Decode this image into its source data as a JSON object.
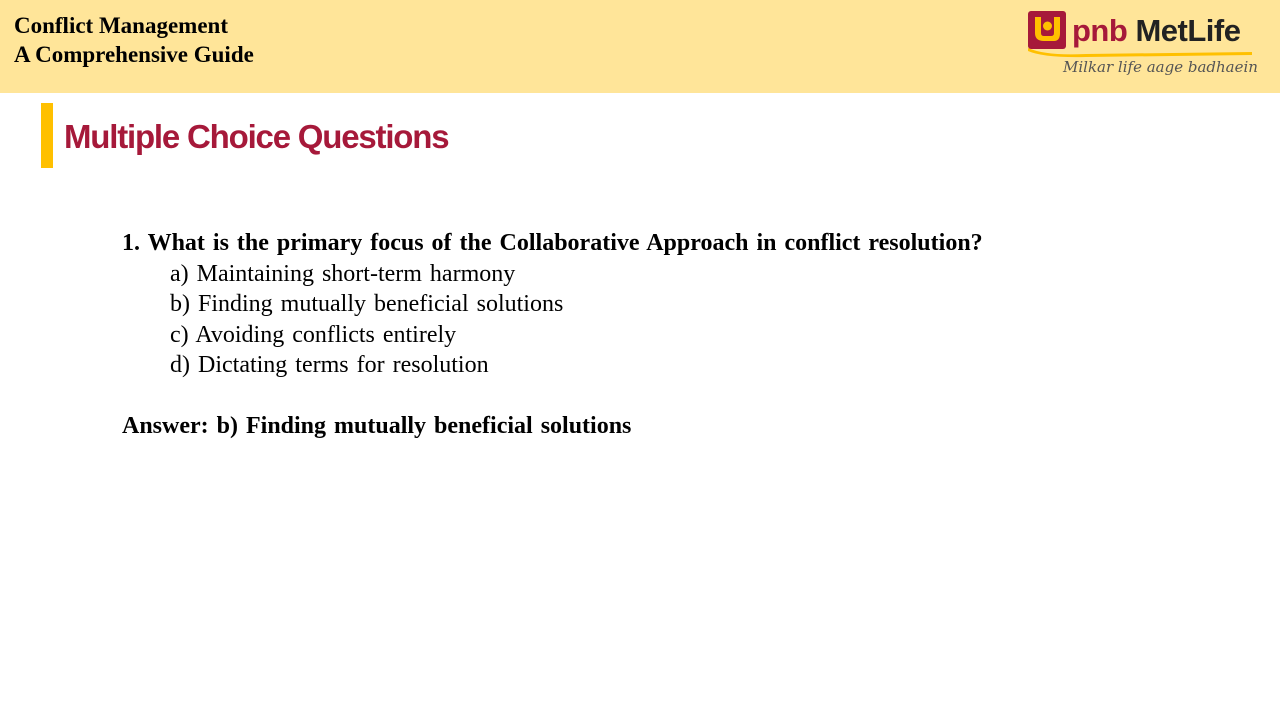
{
  "header": {
    "title_line1": "Conflict Management",
    "title_line2": "A Comprehensive Guide",
    "background_color": "#ffe599"
  },
  "logo": {
    "brand_prefix": "pnb",
    "brand_name": "MetLife",
    "tagline": "Milkar life aage badhaein",
    "icon": "pnb-logo-icon",
    "brand_color": "#a6193a",
    "accent_color": "#ffc000"
  },
  "section": {
    "title": "Multiple Choice Questions",
    "title_color": "#a6193a",
    "accent_color": "#ffc000"
  },
  "question": {
    "text": "1. What is the primary focus of the Collaborative Approach in conflict resolution?",
    "options": [
      "a) Maintaining short-term harmony",
      "b) Finding mutually beneficial solutions",
      "c) Avoiding conflicts entirely",
      "d) Dictating terms for resolution"
    ],
    "answer": "Answer: b) Finding mutually beneficial solutions"
  }
}
